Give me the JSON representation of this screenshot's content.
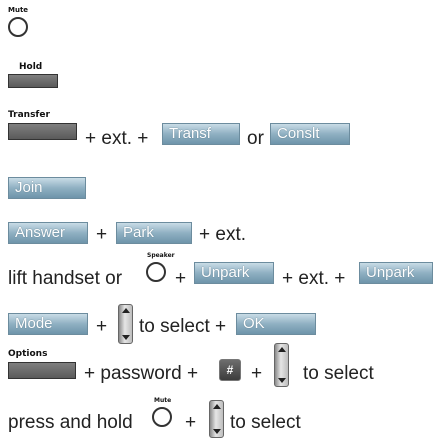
{
  "mute": {
    "label": "Mute"
  },
  "hold": {
    "label": "Hold"
  },
  "transfer": {
    "label": "Transfer",
    "plus_ext_plus": "+ ext. +",
    "transf_key": "Transf",
    "or": "or",
    "conslt_key": "Conslt"
  },
  "join": {
    "key": "Join"
  },
  "answer_park": {
    "answer_key": "Answer",
    "plus": "+",
    "park_key": "Park",
    "plus_ext": "+ ext."
  },
  "unpark": {
    "lift_text": "lift handset or",
    "speaker_label": "Speaker",
    "plus1": "+",
    "unpark_key1": "Unpark",
    "plus_ext_plus": "+ ext. +",
    "unpark_key2": "Unpark"
  },
  "mode": {
    "mode_key": "Mode",
    "plus1": "+",
    "to_select_plus": "to select +",
    "ok_key": "OK"
  },
  "options": {
    "label": "Options",
    "plus_password_plus": "+ password +",
    "hash_key": "#",
    "plus": "+",
    "to_select": "to select"
  },
  "press_hold": {
    "text": "press and hold",
    "mute_label": "Mute",
    "plus": "+",
    "to_select": "to select"
  },
  "colors": {
    "soft_key": "#8fb0c2",
    "hard_key": "#6b6b6b",
    "text": "#222222"
  },
  "icons": [
    "mute-button-circle-icon",
    "speaker-button-circle-icon",
    "navigation-rocker-icon",
    "hash-key-icon"
  ]
}
